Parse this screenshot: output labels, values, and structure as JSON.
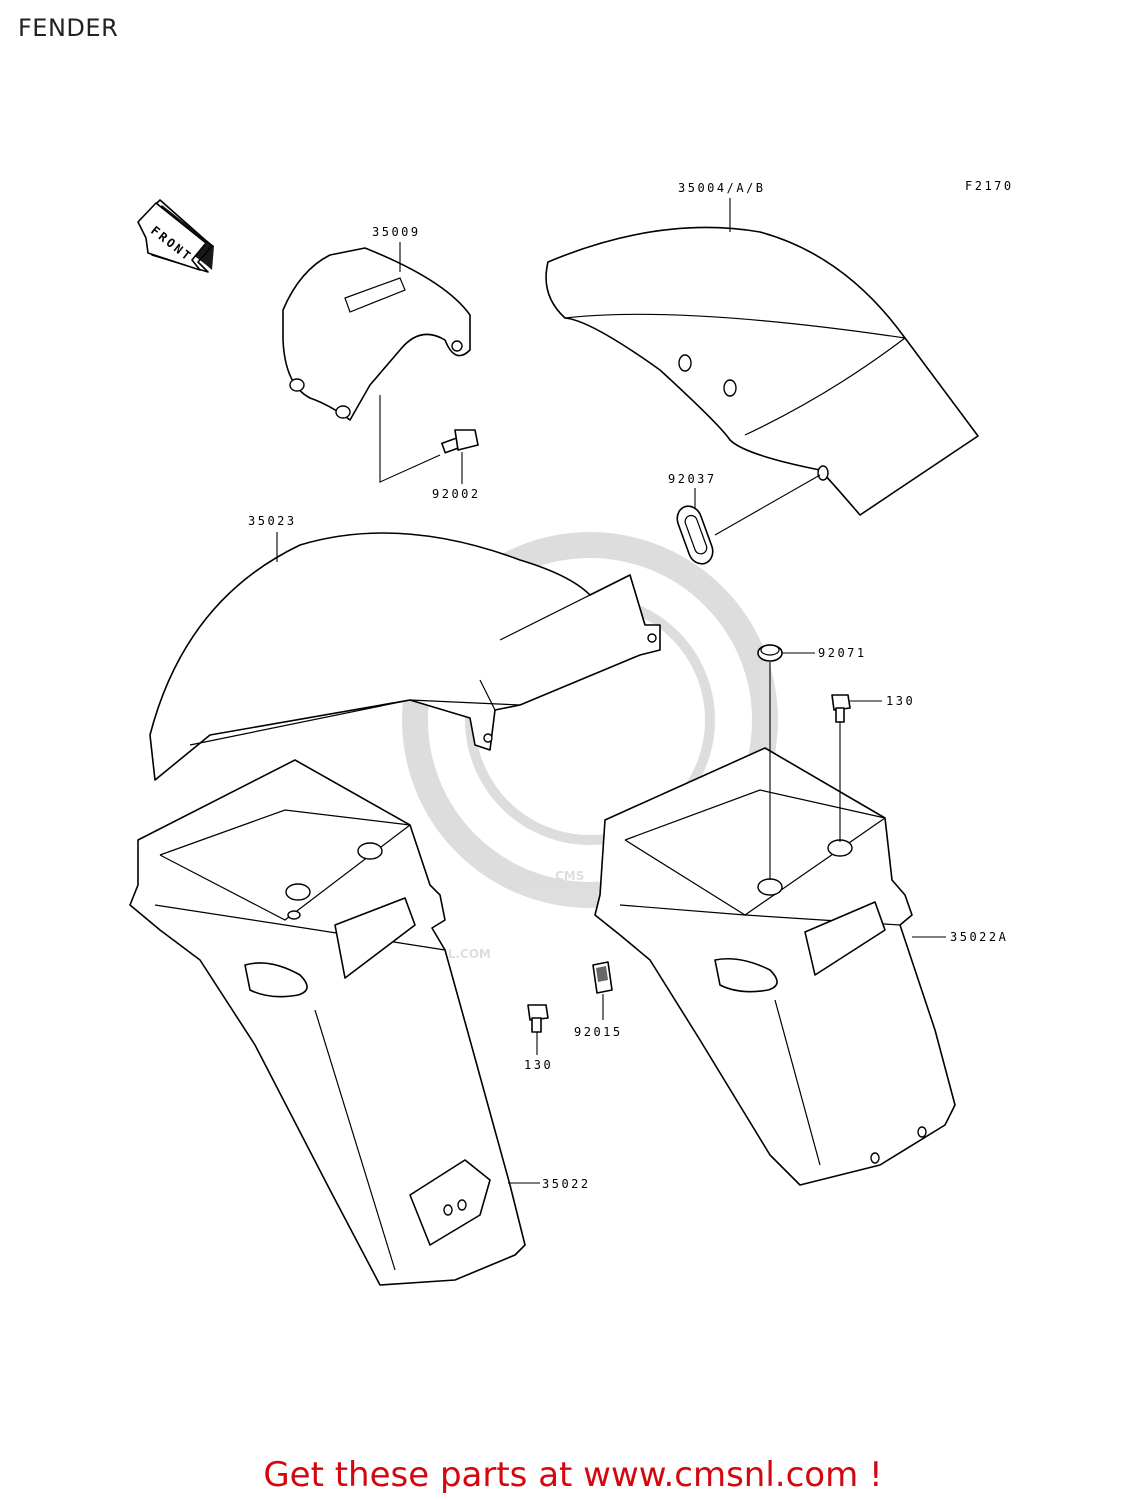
{
  "page": {
    "title": "FENDER"
  },
  "diagram": {
    "figure_code": "F2170",
    "front_arrow_label": "FRONT",
    "parts": [
      {
        "label": "35004/A/B"
      },
      {
        "label": "35009"
      },
      {
        "label": "92002"
      },
      {
        "label": "92037"
      },
      {
        "label": "35023"
      },
      {
        "label": "92071"
      },
      {
        "label": "130"
      },
      {
        "label": "35022A"
      },
      {
        "label": "92015"
      },
      {
        "label": "130"
      },
      {
        "label": "35022"
      }
    ],
    "watermark": {
      "text": "WWW.CMSNL.COM",
      "logo_text": "CMS"
    }
  },
  "footer": {
    "promo_text": "Get these parts at www.cmsnl.com !"
  }
}
